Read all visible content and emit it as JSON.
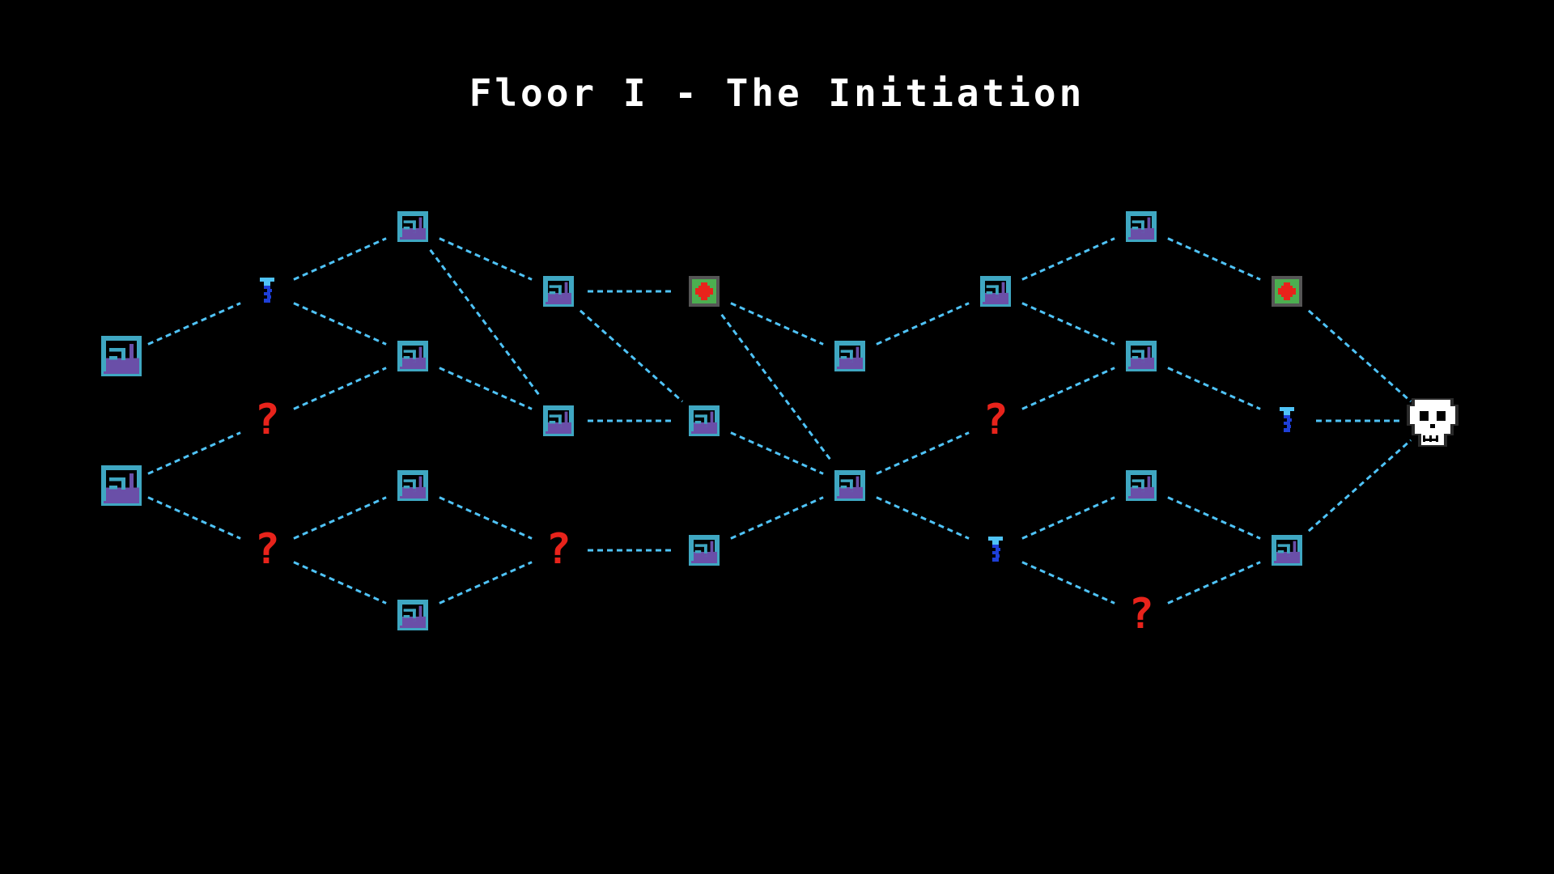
{
  "title": "Floor I - The Initiation",
  "colors": {
    "background": "#000000",
    "path": "#4fc3f7",
    "battle_teal": "#3fa7c2",
    "battle_purple": "#6a4fa8",
    "mystery": "#e8231b",
    "rest_bg": "#4caf50",
    "rest_border": "#555555",
    "rest_cross": "#e8231b",
    "shop_light": "#4fc3f7",
    "shop_dark": "#1e3fd8",
    "boss": "#ffffff"
  },
  "nodes": [
    {
      "id": "n01",
      "type": "battle",
      "name": "battle-node",
      "icon": "battle-icon"
    },
    {
      "id": "n02",
      "type": "battle",
      "name": "battle-node",
      "icon": "battle-icon"
    },
    {
      "id": "n03",
      "type": "shop",
      "name": "shop-node",
      "icon": "shop-icon"
    },
    {
      "id": "n04",
      "type": "mystery",
      "name": "mystery-node",
      "icon": "mystery-icon"
    },
    {
      "id": "n05",
      "type": "mystery",
      "name": "mystery-node",
      "icon": "mystery-icon"
    },
    {
      "id": "n06",
      "type": "battle",
      "name": "battle-node",
      "icon": "battle-icon"
    },
    {
      "id": "n07",
      "type": "battle",
      "name": "battle-node",
      "icon": "battle-icon"
    },
    {
      "id": "n08",
      "type": "battle",
      "name": "battle-node",
      "icon": "battle-icon"
    },
    {
      "id": "n09",
      "type": "battle",
      "name": "battle-node",
      "icon": "battle-icon"
    },
    {
      "id": "n10",
      "type": "battle",
      "name": "battle-node",
      "icon": "battle-icon"
    },
    {
      "id": "n11",
      "type": "battle",
      "name": "battle-node",
      "icon": "battle-icon"
    },
    {
      "id": "n12",
      "type": "mystery",
      "name": "mystery-node",
      "icon": "mystery-icon"
    },
    {
      "id": "n13",
      "type": "rest",
      "name": "rest-node",
      "icon": "rest-icon"
    },
    {
      "id": "n14",
      "type": "battle",
      "name": "battle-node",
      "icon": "battle-icon"
    },
    {
      "id": "n15",
      "type": "battle",
      "name": "battle-node",
      "icon": "battle-icon"
    },
    {
      "id": "n16",
      "type": "battle",
      "name": "battle-node",
      "icon": "battle-icon"
    },
    {
      "id": "n17",
      "type": "battle",
      "name": "battle-node",
      "icon": "battle-icon"
    },
    {
      "id": "n18",
      "type": "battle",
      "name": "battle-node",
      "icon": "battle-icon"
    },
    {
      "id": "n19",
      "type": "mystery",
      "name": "mystery-node",
      "icon": "mystery-icon"
    },
    {
      "id": "n20",
      "type": "shop",
      "name": "shop-node",
      "icon": "shop-icon"
    },
    {
      "id": "n21",
      "type": "battle",
      "name": "battle-node",
      "icon": "battle-icon"
    },
    {
      "id": "n22",
      "type": "battle",
      "name": "battle-node",
      "icon": "battle-icon"
    },
    {
      "id": "n23",
      "type": "battle",
      "name": "battle-node",
      "icon": "battle-icon"
    },
    {
      "id": "n24",
      "type": "mystery",
      "name": "mystery-node",
      "icon": "mystery-icon"
    },
    {
      "id": "n25",
      "type": "rest",
      "name": "rest-node",
      "icon": "rest-icon"
    },
    {
      "id": "n26",
      "type": "shop",
      "name": "shop-node",
      "icon": "shop-icon"
    },
    {
      "id": "n27",
      "type": "battle",
      "name": "battle-node",
      "icon": "battle-icon"
    },
    {
      "id": "n28",
      "type": "boss",
      "name": "boss-node",
      "icon": "skull-icon"
    }
  ],
  "edges": [
    [
      "n01",
      "n03"
    ],
    [
      "n02",
      "n04"
    ],
    [
      "n02",
      "n05"
    ],
    [
      "n03",
      "n06"
    ],
    [
      "n03",
      "n07"
    ],
    [
      "n04",
      "n07"
    ],
    [
      "n05",
      "n08"
    ],
    [
      "n05",
      "n09"
    ],
    [
      "n06",
      "n10"
    ],
    [
      "n06",
      "n11"
    ],
    [
      "n07",
      "n11"
    ],
    [
      "n08",
      "n12"
    ],
    [
      "n09",
      "n12"
    ],
    [
      "n10",
      "n13"
    ],
    [
      "n10",
      "n14"
    ],
    [
      "n11",
      "n14"
    ],
    [
      "n12",
      "n15"
    ],
    [
      "n13",
      "n16"
    ],
    [
      "n13",
      "n17"
    ],
    [
      "n14",
      "n17"
    ],
    [
      "n15",
      "n17"
    ],
    [
      "n16",
      "n18"
    ],
    [
      "n17",
      "n19"
    ],
    [
      "n17",
      "n20"
    ],
    [
      "n18",
      "n21"
    ],
    [
      "n18",
      "n22"
    ],
    [
      "n19",
      "n22"
    ],
    [
      "n20",
      "n23"
    ],
    [
      "n20",
      "n24"
    ],
    [
      "n21",
      "n25"
    ],
    [
      "n22",
      "n26"
    ],
    [
      "n23",
      "n27"
    ],
    [
      "n24",
      "n27"
    ],
    [
      "n25",
      "n28"
    ],
    [
      "n26",
      "n28"
    ],
    [
      "n27",
      "n28"
    ]
  ]
}
